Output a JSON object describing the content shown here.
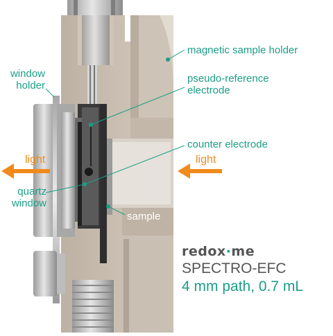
{
  "labels": {
    "magnetic_sample_holder": "magnetic sample holder",
    "pseudo_reference_1": "pseudo-reference",
    "pseudo_reference_2": "electrode",
    "window_holder_1": "window",
    "window_holder_2": "holder",
    "counter_electrode": "counter electrode",
    "light_left": "light",
    "light_right": "light",
    "quartz_1": "quartz",
    "quartz_2": "window",
    "sample": "sample"
  },
  "brand": {
    "prefix": "redox",
    "middle": "·",
    "suffix": "me"
  },
  "product": "SPECTRO-EFC",
  "spec": "4 mm path, 0.7 mL",
  "colors": {
    "accent": "#1b9e86",
    "light_arrow": "#f08a1c",
    "body": "#c7bcaf"
  }
}
